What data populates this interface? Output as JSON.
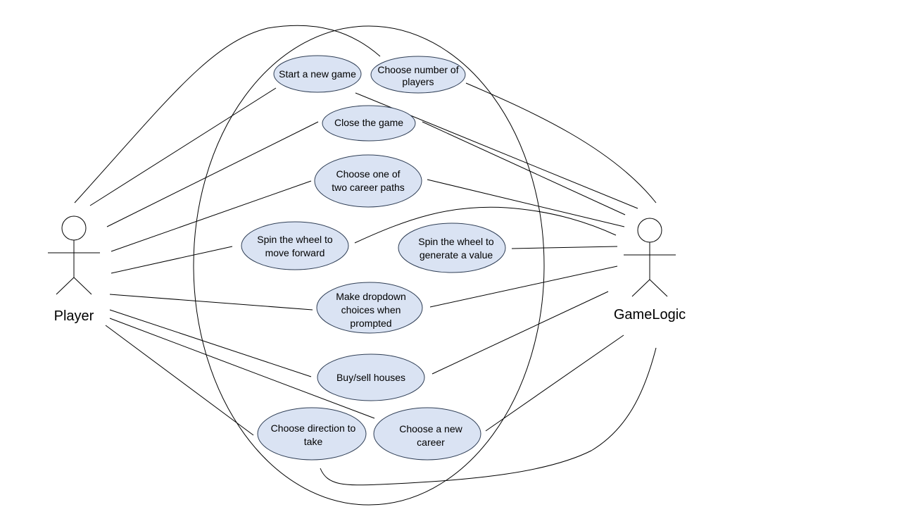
{
  "actors": {
    "player": {
      "label": "Player"
    },
    "gamelogic": {
      "label": "GameLogic"
    }
  },
  "use_cases": {
    "start_new_game": {
      "lines": [
        "Start a new game"
      ]
    },
    "choose_number_players": {
      "lines": [
        "Choose number of",
        "players"
      ]
    },
    "close_game": {
      "lines": [
        "Close the game"
      ]
    },
    "choose_career_path": {
      "lines": [
        "Choose one of",
        "two career paths"
      ]
    },
    "spin_move_forward": {
      "lines": [
        "Spin the wheel to",
        "move forward"
      ]
    },
    "spin_generate_value": {
      "lines": [
        "Spin the wheel to",
        "generate a value"
      ]
    },
    "dropdown_choices": {
      "lines": [
        "Make dropdown",
        "choices when",
        "prompted"
      ]
    },
    "buy_sell_houses": {
      "lines": [
        "Buy/sell houses"
      ]
    },
    "choose_direction": {
      "lines": [
        "Choose direction to",
        "take"
      ]
    },
    "choose_new_career": {
      "lines": [
        "Choose a new",
        "career"
      ]
    }
  },
  "colors": {
    "use_case_fill": "#dae3f3",
    "use_case_stroke": "#2f3e55",
    "line": "#000000"
  }
}
